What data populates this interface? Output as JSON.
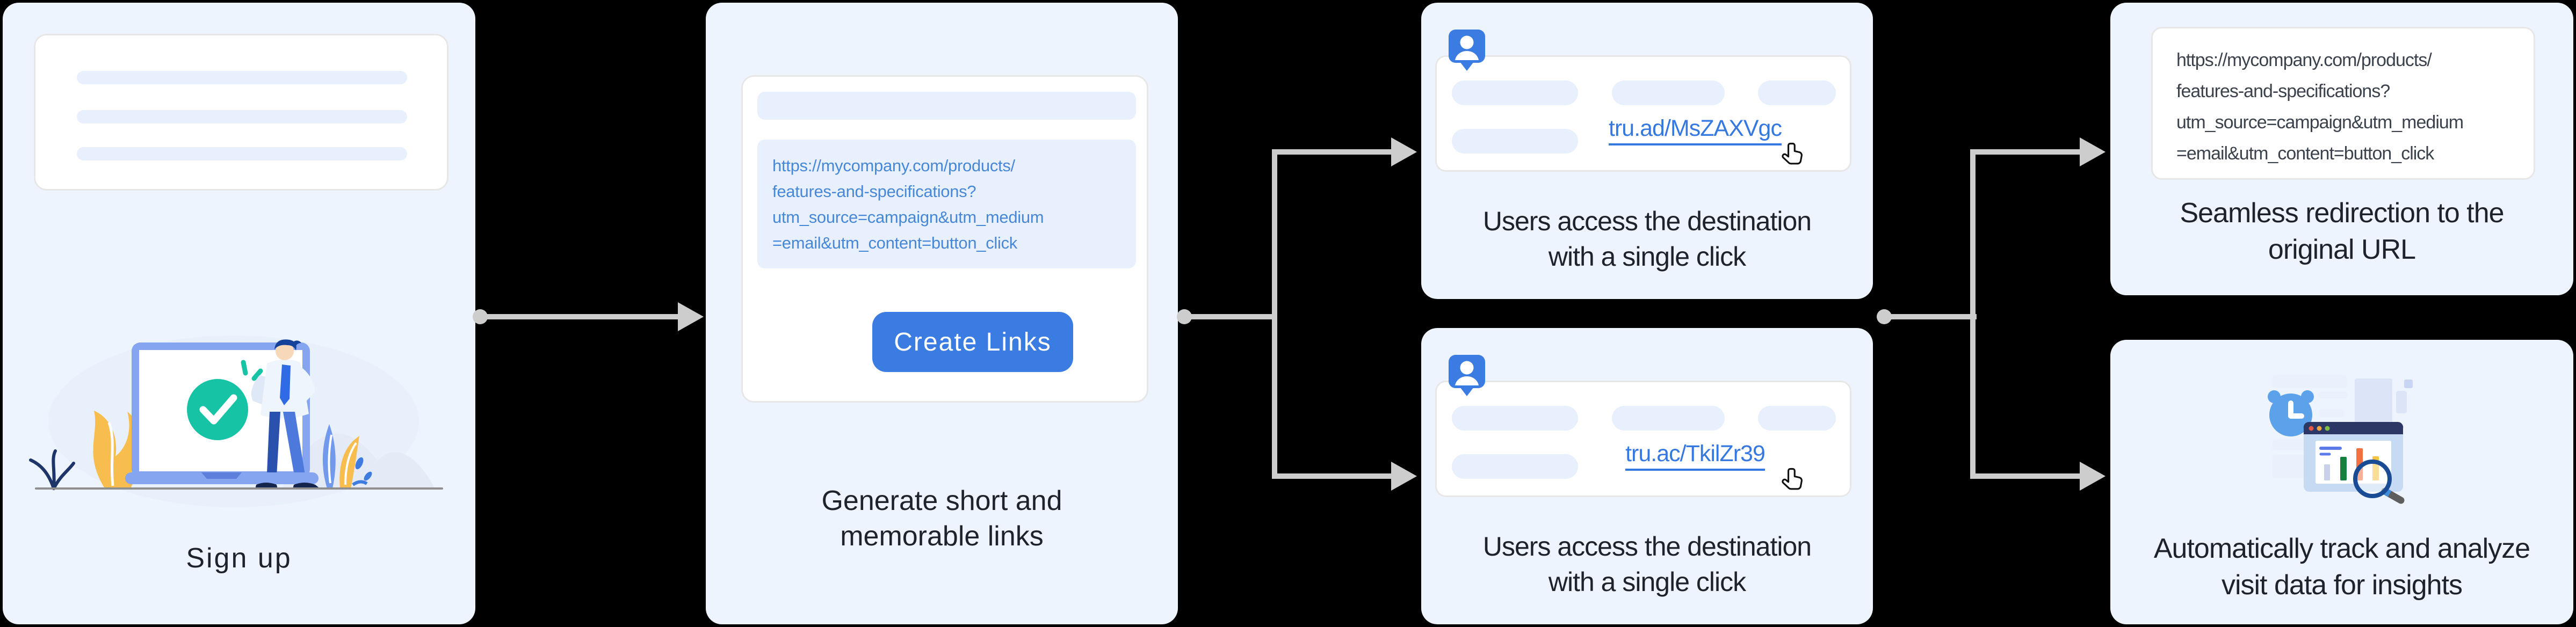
{
  "palette": {
    "card_background": "#EDF4FD",
    "accent_blue": "#3B7CE3",
    "link_blue": "#3478E0",
    "url_text_blue": "#4787D7",
    "placeholder_blue": "#E7F0FC",
    "connector_gray": "#CDCDCD",
    "check_teal": "#17C3A5",
    "dark_text": "#1E232B"
  },
  "signup_card": {
    "caption": "Sign up"
  },
  "generate_card": {
    "url_lines": [
      "https://mycompany.com/products/",
      "features-and-specifications?",
      "utm_source=campaign&utm_medium",
      "=email&utm_content=button_click"
    ],
    "button_label": "Create Links",
    "caption_line1": "Generate short and",
    "caption_line2": "memorable links"
  },
  "access_card_top": {
    "link_domain": "tru.ad",
    "link_path": "/MsZAXVgc",
    "caption_line1": "Users access the destination",
    "caption_line2": "with a single click"
  },
  "access_card_bottom": {
    "link_domain": "tru.ac",
    "link_path": "/TkilZr39",
    "caption_line1": "Users access the destination",
    "caption_line2": "with a single click"
  },
  "redirect_card": {
    "url_lines": [
      "https://mycompany.com/products/",
      "features-and-specifications?",
      "utm_source=campaign&utm_medium",
      "=email&utm_content=button_click"
    ],
    "caption_line1": "Seamless redirection to the",
    "caption_line2": "original URL"
  },
  "analytics_card": {
    "caption_line1": "Automatically track and analyze",
    "caption_line2": "visit data for insights"
  }
}
